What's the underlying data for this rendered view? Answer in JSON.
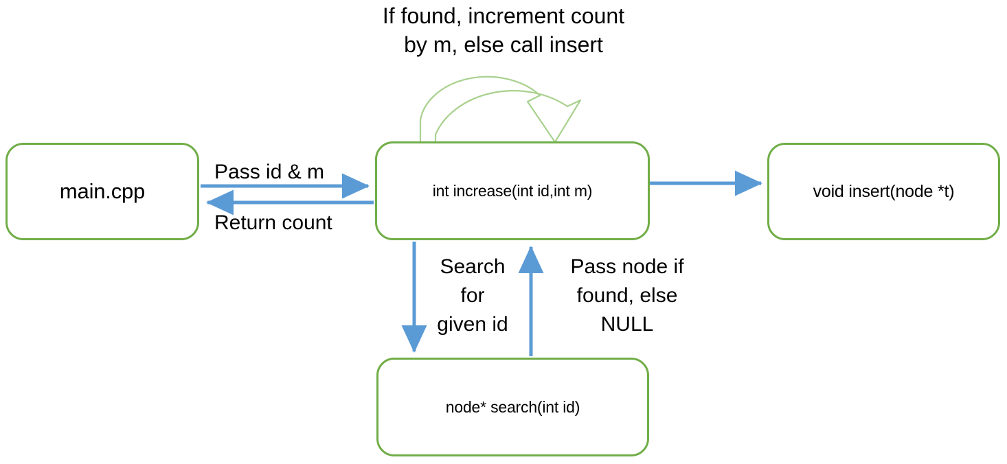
{
  "diagram": {
    "title_note": "If found, increment count\nby m, else call insert",
    "colors": {
      "node_border": "#70AD47",
      "node_fill": "#FFFFFF",
      "arrow_blue": "#5B9BD5",
      "self_loop_green": "#A9D18E",
      "text": "#000000"
    },
    "nodes": [
      {
        "id": "main",
        "label": "main.cpp"
      },
      {
        "id": "increase",
        "label": "int increase(int id,int m)"
      },
      {
        "id": "insert",
        "label": "void insert(node *t)"
      },
      {
        "id": "search",
        "label": "node* search(int id)"
      }
    ],
    "edges": [
      {
        "id": "main-to-increase",
        "label": "Pass id & m",
        "from": "main",
        "to": "increase",
        "direction": "right",
        "color": "#5B9BD5"
      },
      {
        "id": "increase-to-main",
        "label": "Return count",
        "from": "increase",
        "to": "main",
        "direction": "left",
        "color": "#5B9BD5"
      },
      {
        "id": "increase-to-insert",
        "label": "",
        "from": "increase",
        "to": "insert",
        "direction": "right",
        "color": "#5B9BD5"
      },
      {
        "id": "increase-to-search",
        "label": "Search\nfor\ngiven id",
        "from": "increase",
        "to": "search",
        "direction": "down",
        "color": "#5B9BD5"
      },
      {
        "id": "search-to-increase",
        "label": "Pass node if\nfound, else\nNULL",
        "from": "search",
        "to": "increase",
        "direction": "up",
        "color": "#5B9BD5"
      },
      {
        "id": "increase-self-loop",
        "label": "If found, increment count\nby m, else call insert",
        "from": "increase",
        "to": "increase",
        "direction": "loop",
        "color": "#A9D18E"
      }
    ]
  }
}
